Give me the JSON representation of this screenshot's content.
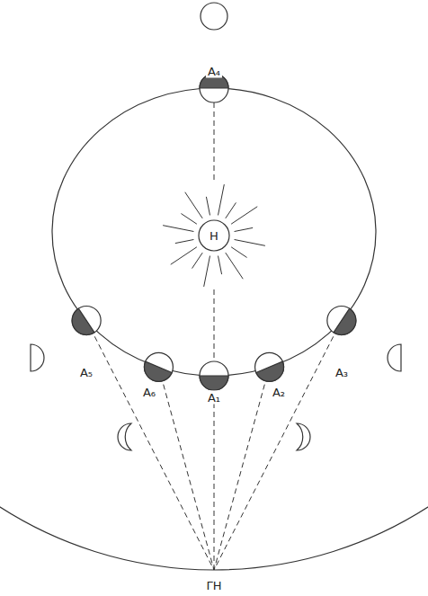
{
  "diagram": {
    "nodes": [
      {
        "text": [
          "Η"
        ]
      }
    ],
    "labels": [
      "Α₄",
      "Α₅",
      "Α₆",
      "Α₁",
      "Α₂",
      "Α₃",
      "ΓΗ"
    ]
  }
}
